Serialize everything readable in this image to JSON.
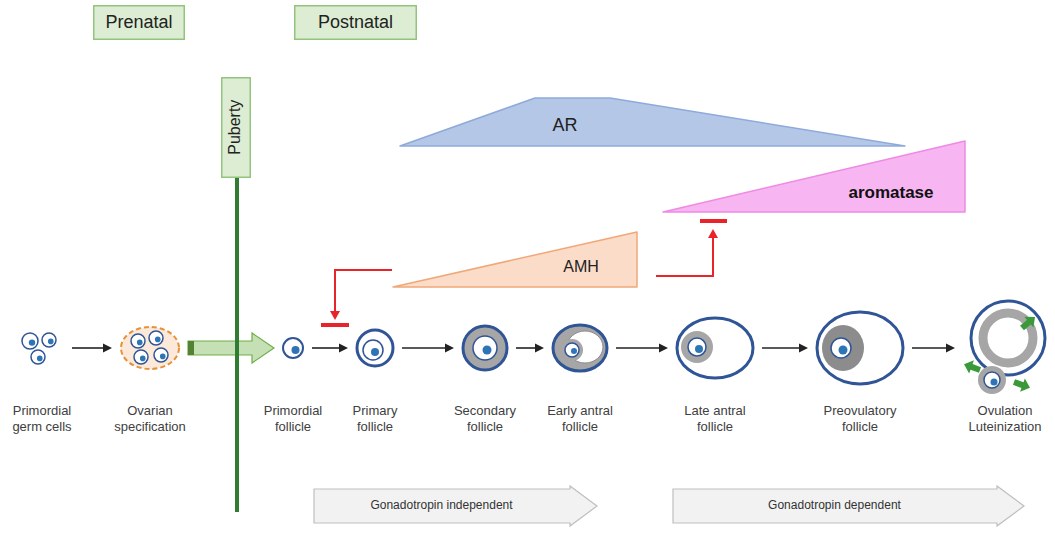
{
  "diagram": {
    "nodes": [
      {
        "text": [
          "Prenatal"
        ]
      },
      {
        "text": [
          "Postnatal"
        ]
      },
      {
        "text": [
          "Puberty"
        ]
      },
      {
        "text": [
          "AR"
        ]
      },
      {
        "text": [
          "aromatase"
        ]
      },
      {
        "text": [
          "AMH"
        ]
      },
      {
        "text": [
          "Primordial germ cells"
        ]
      },
      {
        "text": [
          "Ovarian specification"
        ]
      },
      {
        "text": [
          "Primordial follicle"
        ]
      },
      {
        "text": [
          "Primary follicle"
        ]
      },
      {
        "text": [
          "Secondary follicle"
        ]
      },
      {
        "text": [
          "Early antral follicle"
        ]
      },
      {
        "text": [
          "Late antral follicle"
        ]
      },
      {
        "text": [
          "Preovulatory follicle"
        ]
      },
      {
        "text": [
          "Ovulation Luteinization"
        ]
      },
      {
        "text": [
          "Gonadotropin independent"
        ]
      },
      {
        "text": [
          "Gonadotropin dependent"
        ]
      }
    ],
    "edges": [
      {
        "from": 6,
        "to": 7,
        "arrow": "to"
      },
      {
        "from": 7,
        "to": 8,
        "arrow": "to"
      },
      {
        "from": 8,
        "to": 9,
        "arrow": "to"
      },
      {
        "from": 9,
        "to": 10,
        "arrow": "to"
      },
      {
        "from": 10,
        "to": 11,
        "arrow": "to"
      },
      {
        "from": 11,
        "to": 12,
        "arrow": "to"
      },
      {
        "from": 12,
        "to": 13,
        "arrow": "to"
      },
      {
        "from": 13,
        "to": 14,
        "arrow": "to"
      }
    ]
  }
}
